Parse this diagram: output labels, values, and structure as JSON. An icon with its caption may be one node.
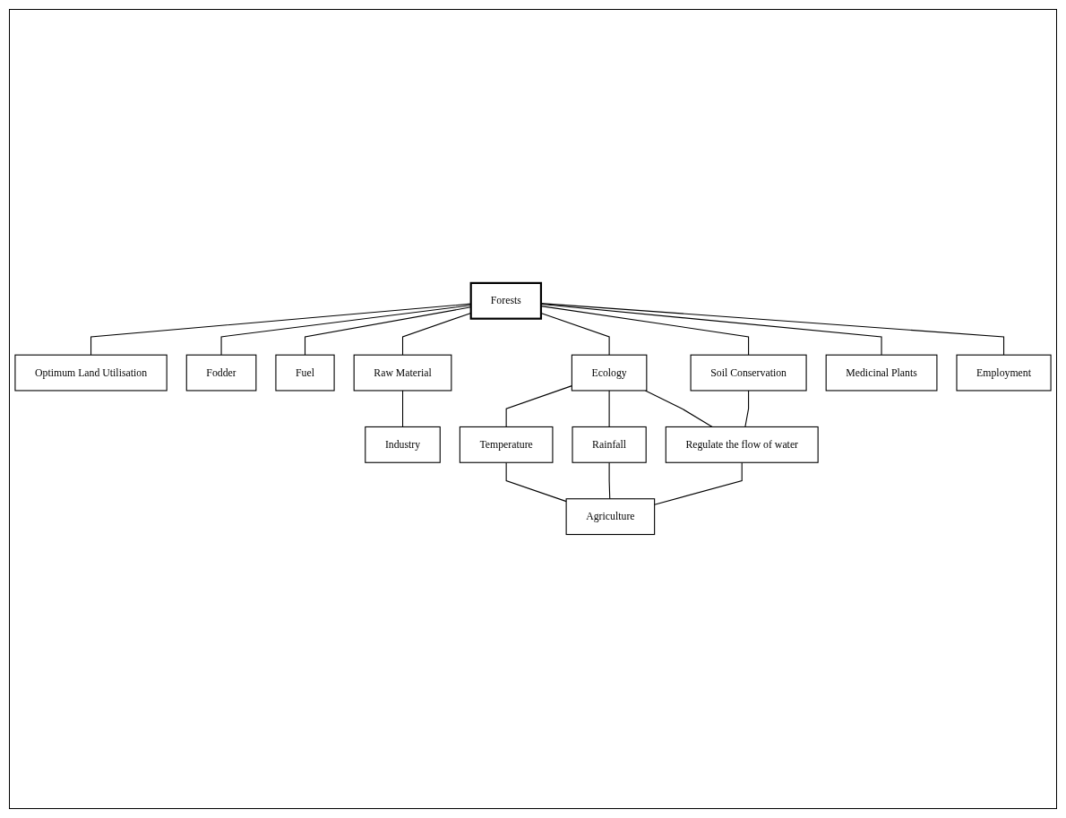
{
  "diagram": {
    "nodes": [
      {
        "text": [
          "Forests"
        ]
      },
      {
        "text": [
          "Optimum Land Utilisation"
        ]
      },
      {
        "text": [
          "Fodder"
        ]
      },
      {
        "text": [
          "Fuel"
        ]
      },
      {
        "text": [
          "Raw Material"
        ]
      },
      {
        "text": [
          "Ecology"
        ]
      },
      {
        "text": [
          "Soil Conservation"
        ]
      },
      {
        "text": [
          "Medicinal Plants"
        ]
      },
      {
        "text": [
          "Employment"
        ]
      },
      {
        "text": [
          "Industry"
        ]
      },
      {
        "text": [
          "Temperature"
        ]
      },
      {
        "text": [
          "Regulate the flow of water"
        ]
      },
      {
        "text": [
          "Rainfall"
        ]
      },
      {
        "text": [
          "Agriculture"
        ]
      }
    ],
    "edges": [
      {
        "from": 0,
        "to": 1,
        "arrow": "none"
      },
      {
        "from": 0,
        "to": 2,
        "arrow": "none"
      },
      {
        "from": 0,
        "to": 3,
        "arrow": "none"
      },
      {
        "from": 0,
        "to": 4,
        "arrow": "none"
      },
      {
        "from": 0,
        "to": 5,
        "arrow": "none"
      },
      {
        "from": 0,
        "to": 6,
        "arrow": "none"
      },
      {
        "from": 0,
        "to": 7,
        "arrow": "none"
      },
      {
        "from": 0,
        "to": 8,
        "arrow": "none"
      },
      {
        "from": 4,
        "to": 9,
        "arrow": "none"
      },
      {
        "from": 5,
        "to": 10,
        "arrow": "none"
      },
      {
        "from": 5,
        "to": 12,
        "arrow": "none"
      },
      {
        "from": 5,
        "to": 11,
        "arrow": "none"
      },
      {
        "from": 6,
        "to": 11,
        "arrow": "none"
      },
      {
        "from": 10,
        "to": 13,
        "arrow": "none"
      },
      {
        "from": 12,
        "to": 13,
        "arrow": "none"
      },
      {
        "from": 11,
        "to": 13,
        "arrow": "none"
      }
    ]
  }
}
